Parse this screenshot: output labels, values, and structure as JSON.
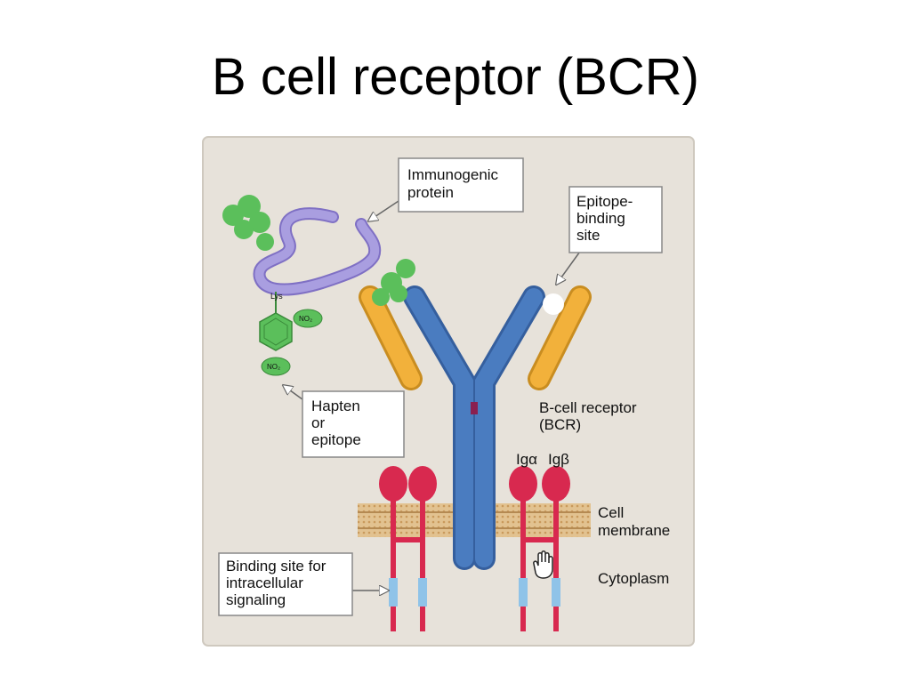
{
  "slide": {
    "title": "B cell receptor (BCR)"
  },
  "diagram": {
    "callouts": {
      "immunogenic_protein": [
        "Immunogenic",
        "protein"
      ],
      "epitope_binding_site": [
        "Epitope-",
        "binding",
        "site"
      ],
      "hapten": [
        "Hapten",
        "or",
        "epitope"
      ],
      "binding_site_signaling": [
        "Binding site for",
        "intracellular",
        "signaling"
      ]
    },
    "labels": {
      "bcr": [
        "B-cell receptor",
        "(BCR)"
      ],
      "ig_alpha": "Igα",
      "ig_beta": "Igβ",
      "cell_membrane": [
        "Cell",
        "membrane"
      ],
      "cytoplasm": "Cytoplasm"
    },
    "hapten_chem": {
      "no2_top": "NO₂",
      "no2_bottom": "NO₂",
      "lys": "Lys"
    },
    "colors": {
      "panel": "#e7e2da",
      "heavy_chain": "#4a7cc0",
      "light_chain": "#f2b13b",
      "antigen": "#5bbf5b",
      "protein": "#a99ee0",
      "ig_alpha_beta": "#d8294f",
      "itam": "#8fc3e8",
      "membrane": "#d9b27c"
    },
    "icons": [
      "hand-cursor-icon"
    ]
  }
}
